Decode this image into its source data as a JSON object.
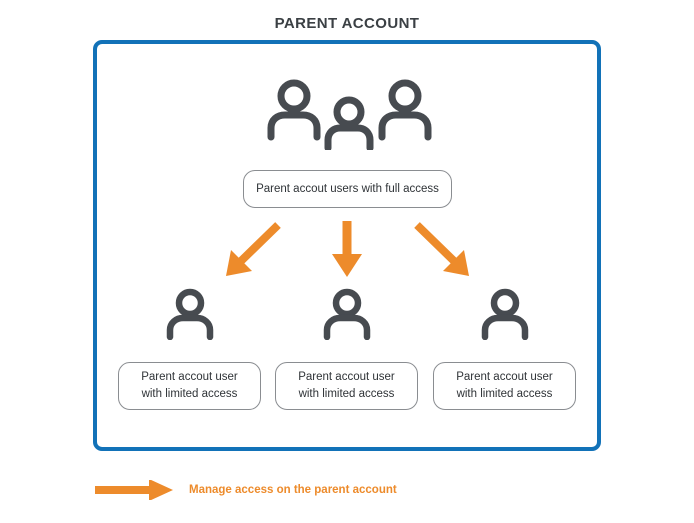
{
  "title": "PARENT ACCOUNT",
  "colors": {
    "frame_blue": "#1272B8",
    "arrow_orange": "#ED8B2B",
    "icon_gray": "#474B50",
    "box_border_gray": "#8A8D91",
    "title_gray": "#3B4044",
    "background": "#FFFFFF"
  },
  "frame": {
    "name": "parent-account-frame"
  },
  "top_group": {
    "icon": "users-group-icon",
    "icon_count": 3,
    "box_label": "Parent accout users with full access"
  },
  "arrows": [
    {
      "name": "arrow-to-left-user",
      "direction": "down-left",
      "color": "#ED8B2B"
    },
    {
      "name": "arrow-to-center-user",
      "direction": "down",
      "color": "#ED8B2B"
    },
    {
      "name": "arrow-to-right-user",
      "direction": "down-right",
      "color": "#ED8B2B"
    }
  ],
  "limited_users": [
    {
      "icon": "user-icon",
      "label_line_1": "Parent accout user",
      "label_line_2": "with limited access"
    },
    {
      "icon": "user-icon",
      "label_line_1": "Parent accout user",
      "label_line_2": "with limited access"
    },
    {
      "icon": "user-icon",
      "label_line_1": "Parent accout user",
      "label_line_2": "with limited access"
    }
  ],
  "legend": {
    "icon": "right-arrow-icon",
    "label": "Manage access on the parent account"
  }
}
